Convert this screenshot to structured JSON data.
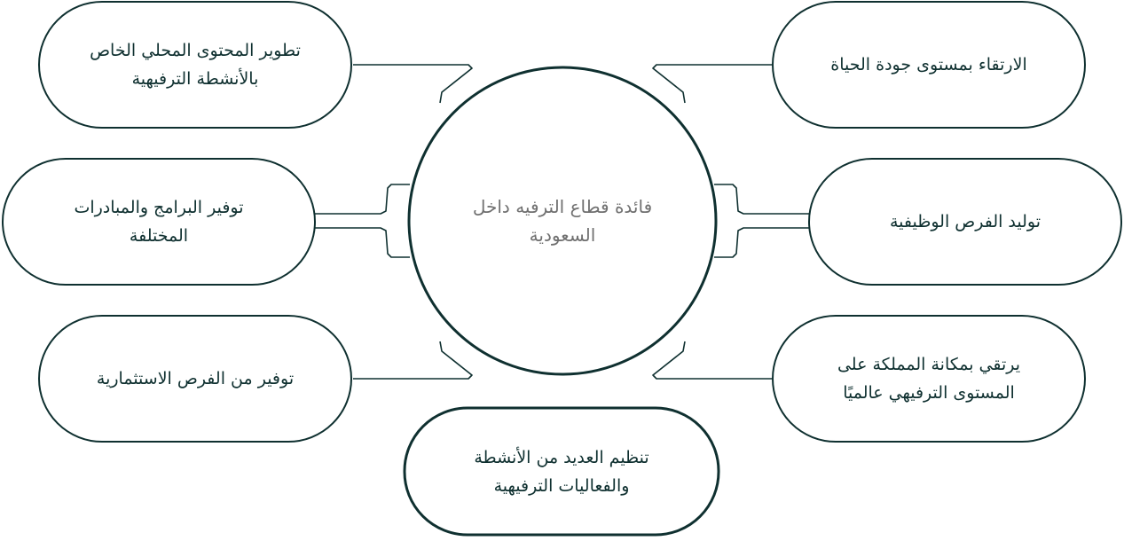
{
  "center": {
    "text": "فائدة قطاع الترفيه داخل السعودية"
  },
  "nodes": {
    "quality_of_life": {
      "text": "الارتقاء بمستوى جودة الحياة"
    },
    "job_opportunities": {
      "text": "توليد الفرص الوظيفية"
    },
    "kingdom_status": {
      "text": "يرتقي بمكانة المملكة على المستوى الترفيهي عالميًا"
    },
    "local_content": {
      "text": "تطوير المحتوى المحلي الخاص بالأنشطة الترفيهية"
    },
    "programs": {
      "text": "توفير البرامج والمبادرات المختلفة"
    },
    "investment": {
      "text": "توفير من الفرص الاستثمارية"
    },
    "events": {
      "text": "تنظيم العديد من الأنشطة والفعاليات الترفيهية"
    }
  },
  "colors": {
    "stroke": "#0f3030",
    "center_text": "#707070",
    "node_text": "#0f3030"
  }
}
